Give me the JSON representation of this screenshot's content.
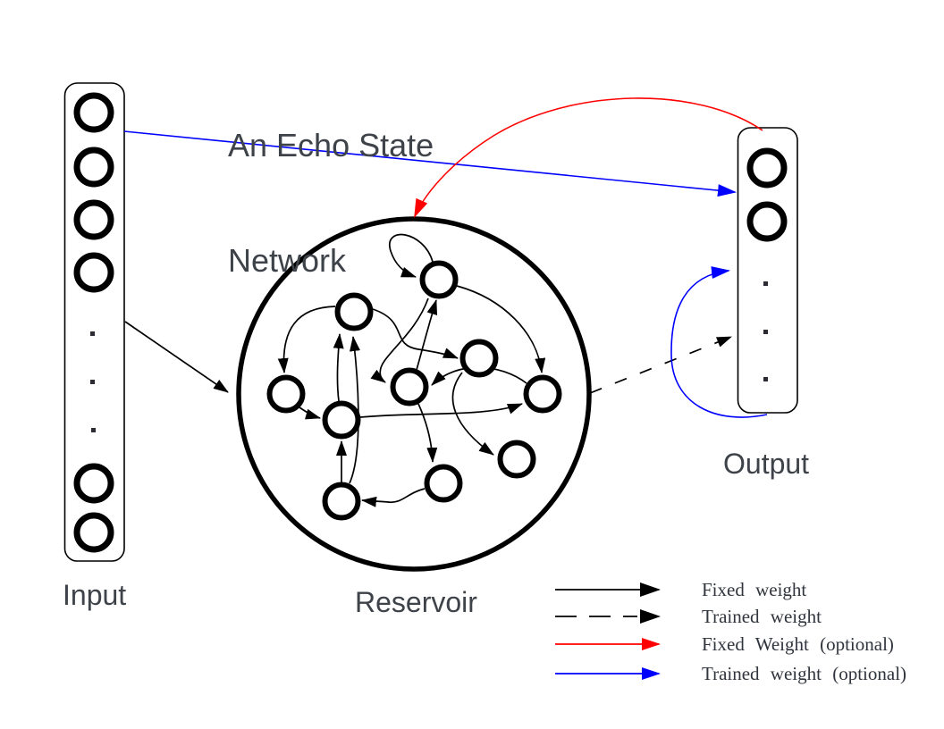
{
  "title": {
    "text": "An Echo State Network",
    "line1": "An Echo State",
    "line2": "Network"
  },
  "labels": {
    "input": "Input",
    "reservoir": "Reservoir",
    "output": "Output"
  },
  "legend": {
    "items": [
      {
        "label": "Fixed weight",
        "line_style": "solid",
        "color": "#000000"
      },
      {
        "label": "Trained weight",
        "line_style": "dashed",
        "color": "#000000"
      },
      {
        "label": "Fixed Weight (optional)",
        "line_style": "solid",
        "color": "#ff0000"
      },
      {
        "label": "Trained weight (optional)",
        "line_style": "solid",
        "color": "#0000ff"
      }
    ]
  },
  "colors": {
    "background": "#ffffff",
    "stroke_black": "#000000",
    "optional_fixed_red": "#ff0000",
    "optional_trained_blue": "#0000ff",
    "label_text": "#3e434a",
    "legend_text": "#30353d"
  },
  "structure": {
    "input_layer": {
      "visible_nodes": 6,
      "ellipsis_dots": 3
    },
    "reservoir": {
      "visible_nodes": 10,
      "self_loops": 1
    },
    "output_layer": {
      "visible_nodes": 2,
      "ellipsis_dots": 3
    },
    "connections": [
      {
        "from": "input",
        "to": "reservoir",
        "type": "fixed weight (solid black)"
      },
      {
        "from": "input",
        "to": "output",
        "type": "trained weight optional (blue)"
      },
      {
        "from": "output",
        "to": "reservoir",
        "type": "fixed weight optional (red)"
      },
      {
        "from": "reservoir",
        "to": "output",
        "type": "trained weight (dashed black)"
      },
      {
        "from": "output",
        "to": "output",
        "type": "trained weight optional (blue loop)"
      }
    ]
  }
}
